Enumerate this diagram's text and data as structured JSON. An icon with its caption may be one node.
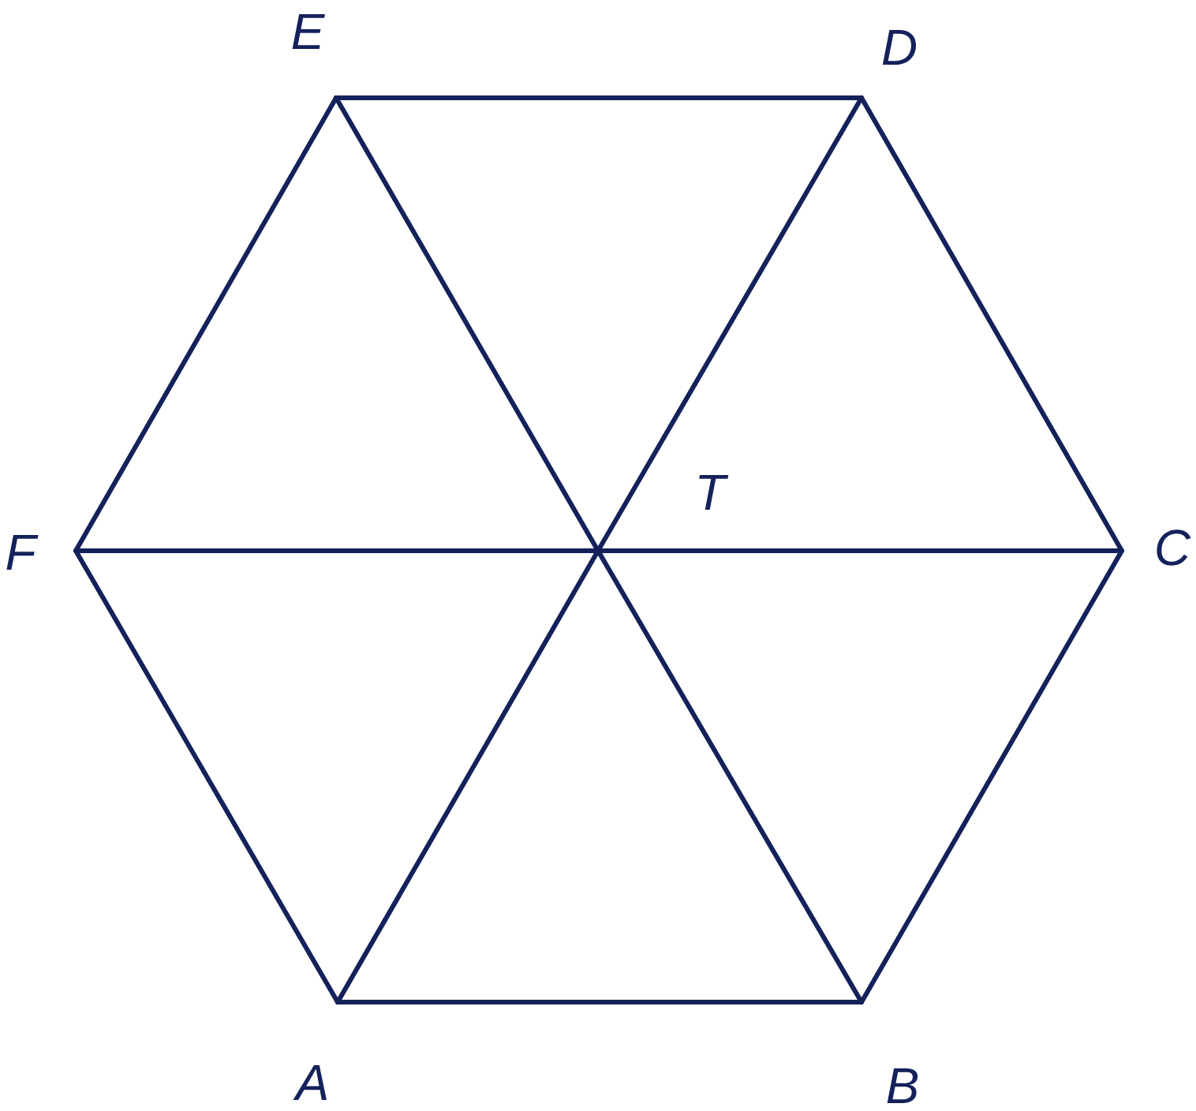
{
  "diagram": {
    "nodes": [
      {
        "text": [
          "A"
        ]
      },
      {
        "text": [
          "B"
        ]
      },
      {
        "text": [
          "C"
        ]
      },
      {
        "text": [
          "D"
        ]
      },
      {
        "text": [
          "E"
        ]
      },
      {
        "text": [
          "F"
        ]
      },
      {
        "text": [
          "T"
        ]
      }
    ],
    "edges": [
      {
        "from": 0,
        "to": 1,
        "arrow": "none"
      },
      {
        "from": 1,
        "to": 2,
        "arrow": "none"
      },
      {
        "from": 2,
        "to": 3,
        "arrow": "none"
      },
      {
        "from": 3,
        "to": 4,
        "arrow": "none"
      },
      {
        "from": 4,
        "to": 5,
        "arrow": "none"
      },
      {
        "from": 5,
        "to": 0,
        "arrow": "none"
      },
      {
        "from": 6,
        "to": 0,
        "arrow": "none"
      },
      {
        "from": 6,
        "to": 1,
        "arrow": "none"
      },
      {
        "from": 6,
        "to": 2,
        "arrow": "none"
      },
      {
        "from": 6,
        "to": 3,
        "arrow": "none"
      },
      {
        "from": 6,
        "to": 4,
        "arrow": "none"
      },
      {
        "from": 6,
        "to": 5,
        "arrow": "none"
      }
    ]
  }
}
